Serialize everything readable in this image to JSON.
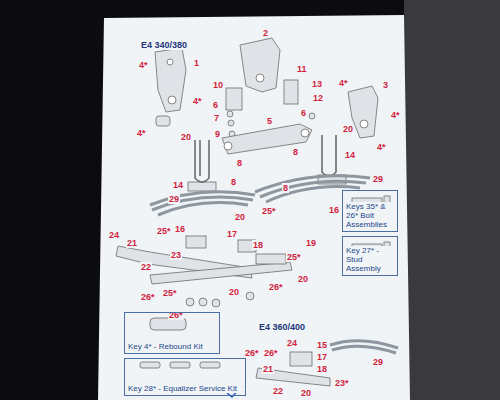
{
  "diagram": {
    "title": "E4 340/380",
    "nodes": [
      {
        "text": [
          "Keys 35* & 26* Bolt Assemblies"
        ]
      },
      {
        "text": [
          "Key 27* - Stud Assembly"
        ]
      },
      {
        "text": [
          "Key 4* - Rebound Kit"
        ]
      },
      {
        "text": [
          "Key 28* - Equalizer Service Kit"
        ]
      }
    ],
    "labels": [
      "2",
      "1",
      "4*",
      "4*",
      "4*",
      "10",
      "11",
      "13",
      "4*",
      "3",
      "6",
      "7",
      "9",
      "5",
      "12",
      "6",
      "4*",
      "4*",
      "20",
      "20",
      "8",
      "8",
      "14",
      "29",
      "8",
      "8",
      "14",
      "29",
      "25*",
      "16",
      "20",
      "24",
      "21",
      "25*",
      "16",
      "17",
      "23",
      "22",
      "18",
      "19",
      "25*",
      "25*",
      "20",
      "26*",
      "26*",
      "26*",
      "20",
      "E4 360/400",
      "24",
      "26*",
      "26*",
      "15",
      "17",
      "18",
      "29",
      "21",
      "23*",
      "22",
      "20"
    ]
  }
}
